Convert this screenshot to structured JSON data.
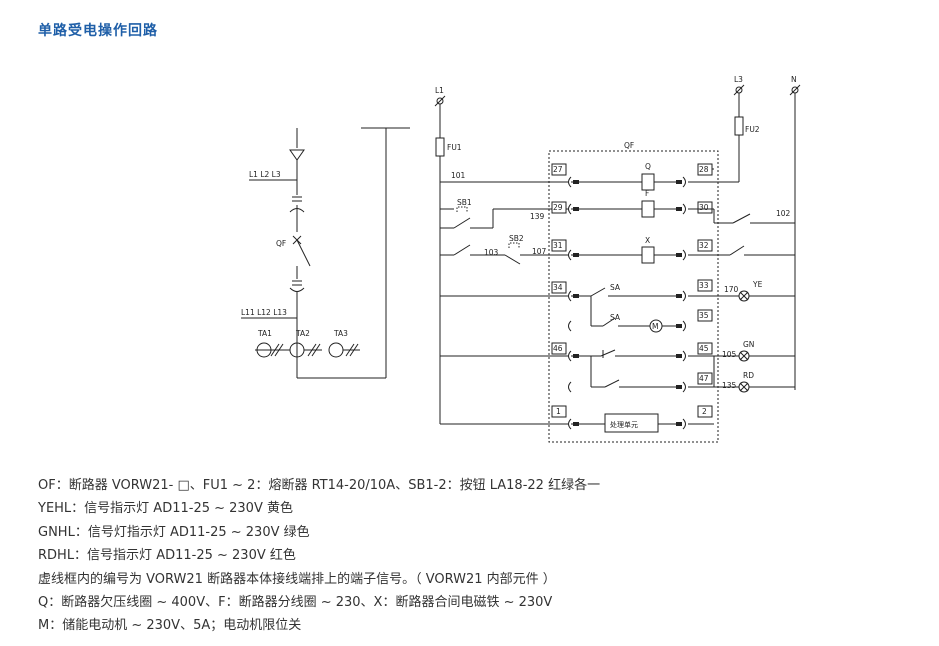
{
  "page": {
    "title": "单路受电操作回路"
  },
  "diagram": {
    "single_line": {
      "bus_incoming": "L1 L2 L3",
      "bus_outgoing": "L11 L12 L13",
      "breaker": "QF",
      "ct_labels": [
        "TA1",
        "TA2",
        "TA3"
      ]
    },
    "control": {
      "supply_labels": {
        "l1": "L1",
        "l3": "L3",
        "n": "N"
      },
      "fuses": {
        "fu1": "FU1",
        "fu2": "FU2"
      },
      "box_label": "QF",
      "buttons": {
        "sb1": "SB1",
        "sb2": "SB2"
      },
      "coils": {
        "q": "Q",
        "f": "F",
        "x": "X"
      },
      "motor": "M",
      "switch_labels": {
        "sa_upper": "SA",
        "sa_lower": "SA"
      },
      "processing_unit": "处理单元",
      "wire_numbers": {
        "w101": "101",
        "w139": "139",
        "w103": "103",
        "w107": "107",
        "w102": "102",
        "w170": "170",
        "w105": "105",
        "w135": "135"
      },
      "terminals_left": [
        "27",
        "29",
        "31",
        "34",
        "46",
        "1"
      ],
      "terminals_right": [
        "28",
        "30",
        "32",
        "33",
        "35",
        "45",
        "47",
        "2"
      ],
      "lamps": {
        "ye": "YE",
        "gn": "GN",
        "rd": "RD"
      }
    }
  },
  "notes": [
    "OF：断路器 VORW21- □、FU1 ~ 2：熔断器 RT14-20/10A、SB1-2：按钮 LA18-22 红绿各一",
    "YEHL：信号指示灯 AD11-25 ~ 230V 黄色",
    "GNHL：信号灯指示灯 AD11-25 ~ 230V 绿色",
    "RDHL：信号指示灯 AD11-25 ~ 230V 红色",
    "虚线框内的编号为 VORW21 断路器本体接线端排上的端子信号。（ VORW21 内部元件 ）",
    "Q：断路器欠压线圈 ~ 400V、F：断路器分线圈 ~ 230、X：断路器合间电磁铁 ~ 230V",
    "M：储能电动机 ~ 230V、5A；电动机限位关"
  ]
}
